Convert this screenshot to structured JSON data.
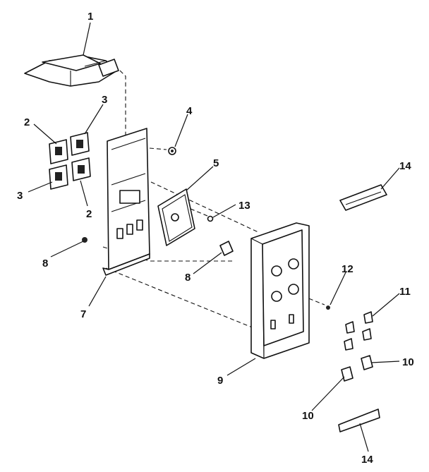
{
  "labels": {
    "l1": "1",
    "l2a": "2",
    "l2b": "2",
    "l3a": "3",
    "l3b": "3",
    "l4": "4",
    "l5": "5",
    "l7": "7",
    "l8a": "8",
    "l8b": "8",
    "l9": "9",
    "l10a": "10",
    "l10b": "10",
    "l11": "11",
    "l12": "12",
    "l13": "13",
    "l14a": "14",
    "l14b": "14"
  }
}
